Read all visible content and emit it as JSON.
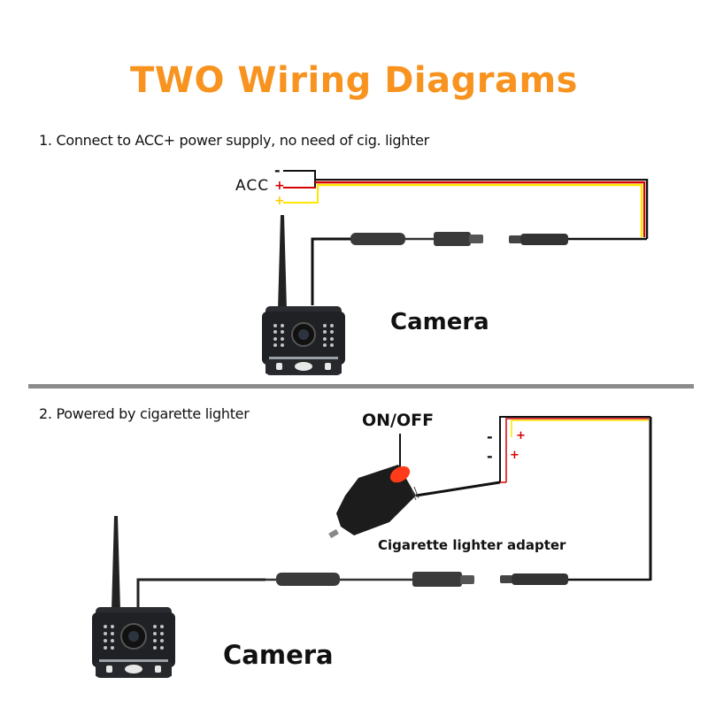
{
  "title": "TWO Wiring Diagrams",
  "colors": {
    "title": "#f7931e",
    "wire_black": "#111111",
    "wire_red": "#d40000",
    "wire_yellow": "#ffe600",
    "switch_red": "#ff3b1a",
    "divider": "#8c8c8c",
    "camera_body": "#2a2c30"
  },
  "diagram1": {
    "heading": "1. Connect to ACC+  power supply,  no need of cig. lighter",
    "acc_label": "ACC",
    "polarity": {
      "negative": "-",
      "positive": "+",
      "positive2": "+"
    },
    "camera_label": "Camera",
    "icons": [
      "camera-icon",
      "antenna-icon",
      "connector-icon"
    ]
  },
  "diagram2": {
    "heading": "2.  Powered by cigarette lighter",
    "switch_label": "ON/OFF",
    "adapter_label": "Cigarette lighter adapter",
    "polarity": {
      "negative_top": "-",
      "positive_top": "+",
      "negative_bottom": "-",
      "positive_bottom": "+"
    },
    "camera_label": "Camera",
    "icons": [
      "camera-icon",
      "antenna-icon",
      "cigarette-plug-icon",
      "connector-icon"
    ]
  }
}
